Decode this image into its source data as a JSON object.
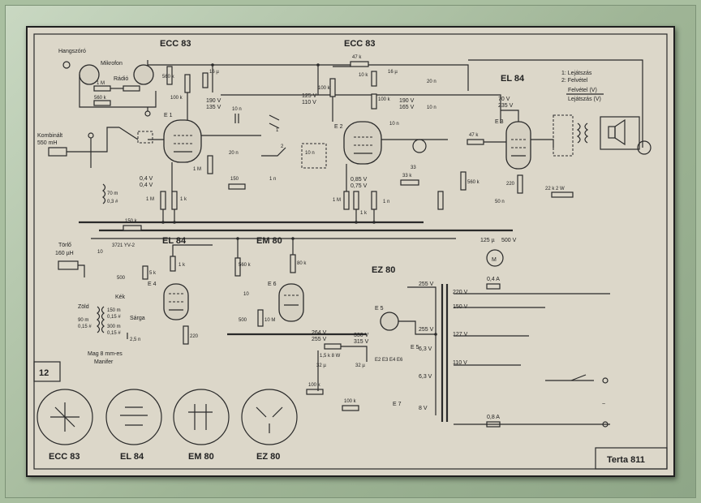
{
  "title_block": "Terta 811",
  "page_number": "12",
  "tubes": {
    "ecc83_left": "ECC 83",
    "ecc83_right": "ECC 83",
    "el84_output": "EL 84",
    "el84_bias": "EL 84",
    "em80": "EM 80",
    "ez80": "EZ 80"
  },
  "inputs": {
    "speaker": "Hangszóró",
    "microphone": "Mikrofon",
    "radio": "Rádió",
    "head_label": "Kombinált",
    "head_value": "550 mH",
    "erase_label": "Törlő",
    "erase_value": "160 µH"
  },
  "legend": {
    "line1": "1: Lejátszás",
    "line2": "2: Felvétel",
    "line3": "Felvétel (V)",
    "line4": "Lejátszás (V)"
  },
  "voltages": {
    "v1": "190 V",
    "v2": "135 V",
    "v3": "125 V",
    "v4": "110 V",
    "v5": "190 V",
    "v6": "165 V",
    "v7": "70 V",
    "v8": "235 V",
    "v9": "0,4 V",
    "v10": "0,4 V",
    "v11": "0,85 V",
    "v12": "0,75 V",
    "v13": "125 µ",
    "v14": "500 V",
    "v15": "255 V",
    "v16": "220 V",
    "v17": "150 V",
    "v18": "255 V",
    "v19": "127 V",
    "v20": "110 V",
    "v21": "264 V",
    "v22": "255 V",
    "v23": "330 V",
    "v24": "315 V",
    "v25": "6,3 V",
    "v26": "6,3 V",
    "v27": "8 V"
  },
  "components": {
    "r_47k": "47 k",
    "r_10k_top": "10 k",
    "r_1M_a": "1 M",
    "r_560k": "560 k",
    "r_100k_a": "100 k",
    "r_1M_b": "1 M",
    "r_1k_a": "1 k",
    "r_150": "150",
    "r_100k_b": "100 k",
    "r_10k_b": "10 k",
    "r_100k_c": "100 k",
    "r_33k": "33 k",
    "r_1M_c": "1 M",
    "r_1k_b": "1 k",
    "r_100k_d": "100 k",
    "r_47k_b": "47 k",
    "r_560k_b": "560 k",
    "r_220": "220",
    "r_22k": "22 k 2 W",
    "r_150k": "150 k",
    "r_5k": "5 k",
    "r_1k_c": "1 k",
    "r_220_b": "220",
    "r_560k_c": "560 k",
    "r_80k": "80 k",
    "r_10M": "10 M",
    "r_1_5k": "1,5 k 8 W",
    "r_100k_e": "100 k",
    "r_100k_f": "100 k",
    "c_16u": "16 µ",
    "c_16u_b": "16 µ",
    "c_10n_a": "10 n",
    "c_20n": "20 n",
    "c_1n": "1 n",
    "c_10n_b": "10 n",
    "c_20n_b": "20 n",
    "c_10n_c": "10 n",
    "c_33": "33",
    "c_1n_b": "1 n",
    "c_10n_d": "10 n",
    "c_50n": "50 n",
    "c_500": "500",
    "c_2_5n": "2,5 n",
    "c_32u": "32 µ",
    "c_32u_b": "32 µ",
    "c_3721": "3721 YV-2",
    "c_10": "10",
    "c_500b": "500",
    "l_70m": "70 m",
    "l_70m_v": "0,3 #",
    "fuse_1": "0,4 A",
    "fuse_2": "0,8 A",
    "osc_kek": "Kék",
    "osc_sarga": "Sárga",
    "osc_zold": "Zöld",
    "osc_150m": "150 m",
    "osc_015": "0,15 #",
    "osc_300m": "300 m",
    "osc_015b": "0,15 #",
    "osc_90m": "90 m",
    "osc_015c": "0,15 #",
    "osc_core": "Mag 8 mm-es",
    "osc_core2": "Manifer",
    "e1": "E 1",
    "e2": "E 2",
    "e3": "E 3",
    "e4": "E 4",
    "e5": "E 5",
    "e6": "E 6",
    "e7": "E 7",
    "e_group": "E2 E3 E4 E6",
    "e5b": "E 5"
  },
  "pinouts": [
    "ECC 83",
    "EL 84",
    "EM 80",
    "EZ 80"
  ]
}
